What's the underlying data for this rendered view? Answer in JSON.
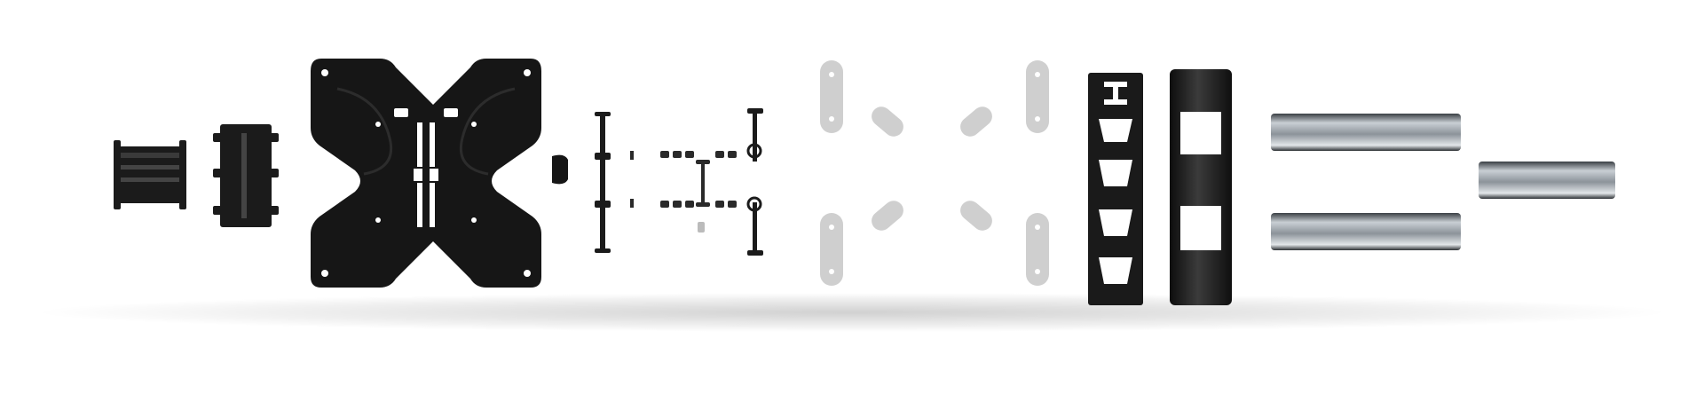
{
  "scene": {
    "description_tag": "exploded-view",
    "background_color": "#ffffff",
    "part_color_dark": "#1a1a1a",
    "part_color_light": "#cfcfcf",
    "rail_color": "#9aa0a6"
  },
  "parts": [
    {
      "name": "small-bracket"
    },
    {
      "name": "slide-plate"
    },
    {
      "name": "vesa-mount-plate"
    },
    {
      "name": "end-cap"
    },
    {
      "name": "bolt-rod-left"
    },
    {
      "name": "hardware-set-small"
    },
    {
      "name": "bolt-set-right"
    },
    {
      "name": "spacer-set"
    },
    {
      "name": "ladder-bracket"
    },
    {
      "name": "wall-plate-cover"
    },
    {
      "name": "rail-top"
    },
    {
      "name": "rail-bottom"
    },
    {
      "name": "rail-right"
    }
  ]
}
